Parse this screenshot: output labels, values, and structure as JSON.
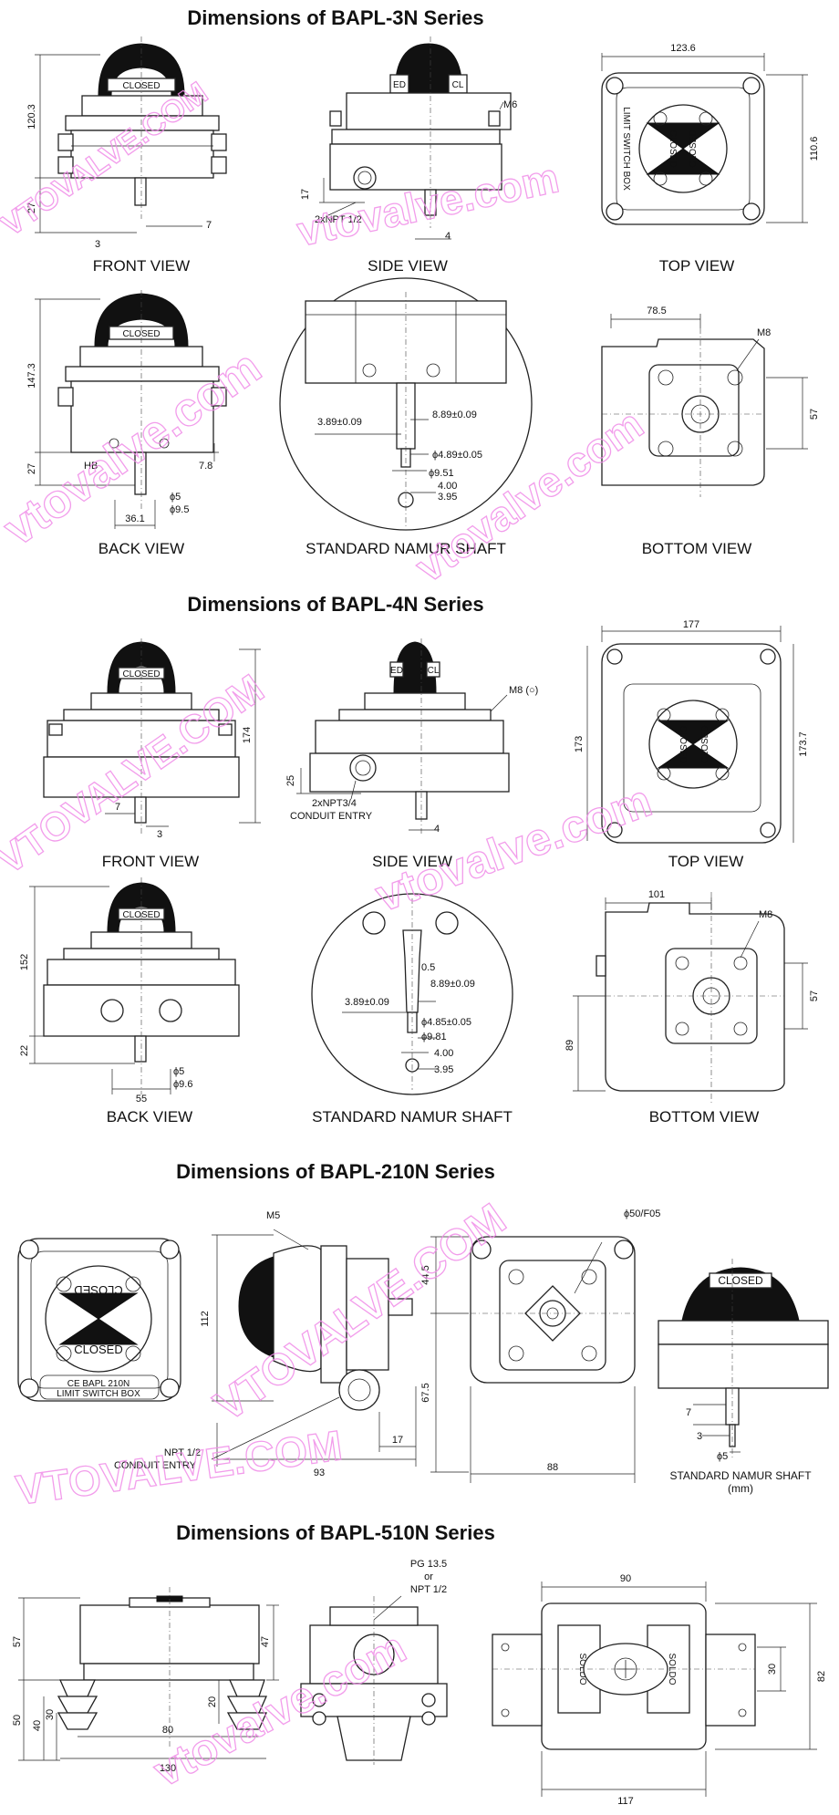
{
  "sections": [
    {
      "title": "Dimensions of BAPL-3N Series"
    },
    {
      "title": "Dimensions of BAPL-4N Series"
    },
    {
      "title": "Dimensions of BAPL-210N Series"
    },
    {
      "title": "Dimensions of BAPL-510N Series"
    }
  ],
  "s3": {
    "views": {
      "front": "FRONT VIEW",
      "side": "SIDE VIEW",
      "top": "TOP VIEW",
      "back": "BACK VIEW",
      "shaft": "STANDARD NAMUR SHAFT",
      "bottom": "BOTTOM VIEW"
    },
    "dims": {
      "front_h": "120.3",
      "front_b": "27",
      "front_7": "7",
      "front_3": "3",
      "side_m": "M6",
      "side_17": "17",
      "side_npt": "2xNPT 1/2",
      "side_4": "4",
      "top_w": "123.6",
      "top_h": "110.6",
      "back_h": "147.3",
      "back_b": "27",
      "back_hb": "HB",
      "back_78": "7.8",
      "back_5": "ϕ5",
      "back_95": "ϕ9.5",
      "back_361": "36.1",
      "sh_389": "3.89±0.09",
      "sh_889": "8.89±0.09",
      "sh_489": "ϕ4.89±0.05",
      "sh_951": "ϕ9.51",
      "sh_400": "4.00",
      "sh_395": "3.95",
      "bot_w": "78.5",
      "bot_m": "M8",
      "bot_h": "57"
    },
    "closed": "CLOSED",
    "ed": "ED",
    "cl": "CL",
    "top_box": "LIMIT SWITCH BOX"
  },
  "s4": {
    "views": {
      "front": "FRONT VIEW",
      "side": "SIDE VIEW",
      "top": "TOP VIEW",
      "back": "BACK VIEW",
      "shaft": "STANDARD NAMUR SHAFT",
      "bottom": "BOTTOM VIEW"
    },
    "dims": {
      "front_h": "174",
      "front_7": "7",
      "front_3": "3",
      "side_m": "M8 (○)",
      "side_25": "25",
      "side_npt": "2xNPT3/4",
      "side_conduit": "CONDUIT ENTRY",
      "side_4": "4",
      "top_w": "177",
      "top_h1": "173",
      "top_h2": "173.7",
      "back_h": "152",
      "back_22": "22",
      "back_5": "ϕ5",
      "back_96": "ϕ9.6",
      "back_55": "55",
      "sh_05": "0.5",
      "sh_389": "3.89±0.09",
      "sh_889": "8.89±0.09",
      "sh_485": "ϕ4.85±0.05",
      "sh_981": "ϕ9.81",
      "sh_400": "4.00",
      "sh_395": "3.95",
      "bot_w": "101",
      "bot_m": "M8",
      "bot_h": "57",
      "bot_89": "89"
    },
    "closed": "CLOSED",
    "ed": "ED",
    "cl": "CL"
  },
  "s210": {
    "dims": {
      "m5": "M5",
      "h112": "112",
      "npt": "NPT 1/2",
      "conduit": "CONDUIT ENTRY",
      "w93": "93",
      "d17": "17",
      "f05": "ϕ50/F05",
      "h445": "44.5",
      "h675": "67.5",
      "w88": "88",
      "d7": "7",
      "d3": "3",
      "d5": "ϕ5",
      "shaft": "STANDARD NAMUR SHAFT",
      "mm": "(mm)"
    },
    "closed": "CLOSED",
    "closed_mirror": "CLOSED",
    "ce_line": "CE    BAPL 210N",
    "box_line": "LIMIT SWITCH BOX"
  },
  "s510": {
    "dims": {
      "h57": "57",
      "h47": "47",
      "h50": "50",
      "h40": "40",
      "h30": "30",
      "h20": "20",
      "w80": "80",
      "w130": "130",
      "pg": "PG 13.5",
      "or": "or",
      "npt": "NPT 1/2",
      "w90": "90",
      "h82": "82",
      "h30b": "30",
      "w117": "117"
    },
    "soldo": "SOLDO"
  },
  "watermarks": [
    "VTOVALVE.COM",
    "vtovalve.com"
  ]
}
